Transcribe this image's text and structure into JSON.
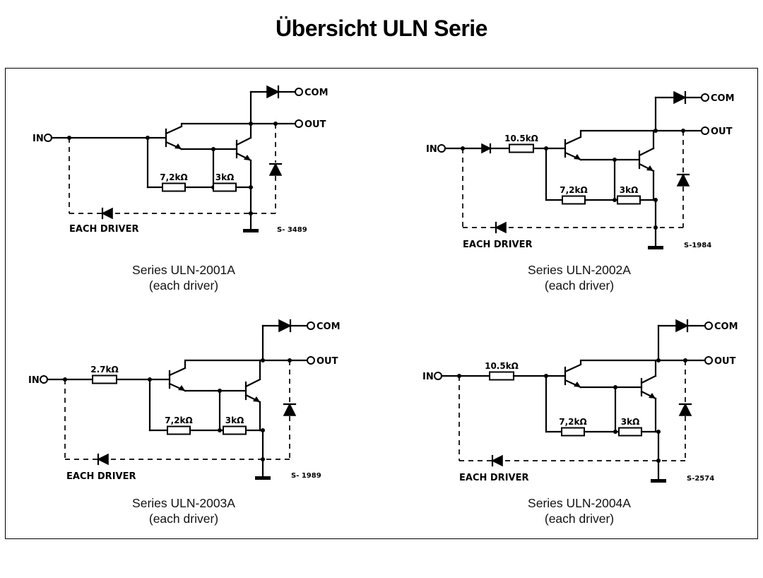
{
  "title": "Übersicht ULN Serie",
  "labels": {
    "in": "IN",
    "com": "COM",
    "out": "OUT",
    "each_driver": "EACH DRIVER"
  },
  "circuits": [
    {
      "id": "uln2001a",
      "series": "Series ULN-2001A",
      "note": "(each driver)",
      "code": "S- 3489",
      "input_resistor": "",
      "r_mid": "7,2kΩ",
      "r_right": "3kΩ",
      "input_diode": false
    },
    {
      "id": "uln2002a",
      "series": "Series ULN-2002A",
      "note": "(each driver)",
      "code": "S-1984",
      "input_resistor": "10.5kΩ",
      "r_mid": "7,2kΩ",
      "r_right": "3kΩ",
      "input_diode": true
    },
    {
      "id": "uln2003a",
      "series": "Series ULN-2003A",
      "note": "(each driver)",
      "code": "S- 1989",
      "input_resistor": "2.7kΩ",
      "r_mid": "7,2kΩ",
      "r_right": "3kΩ",
      "input_diode": false
    },
    {
      "id": "uln2004a",
      "series": "Series ULN-2004A",
      "note": "(each driver)",
      "code": "S-2574",
      "input_resistor": "10.5kΩ",
      "r_mid": "7,2kΩ",
      "r_right": "3kΩ",
      "input_diode": false
    }
  ]
}
